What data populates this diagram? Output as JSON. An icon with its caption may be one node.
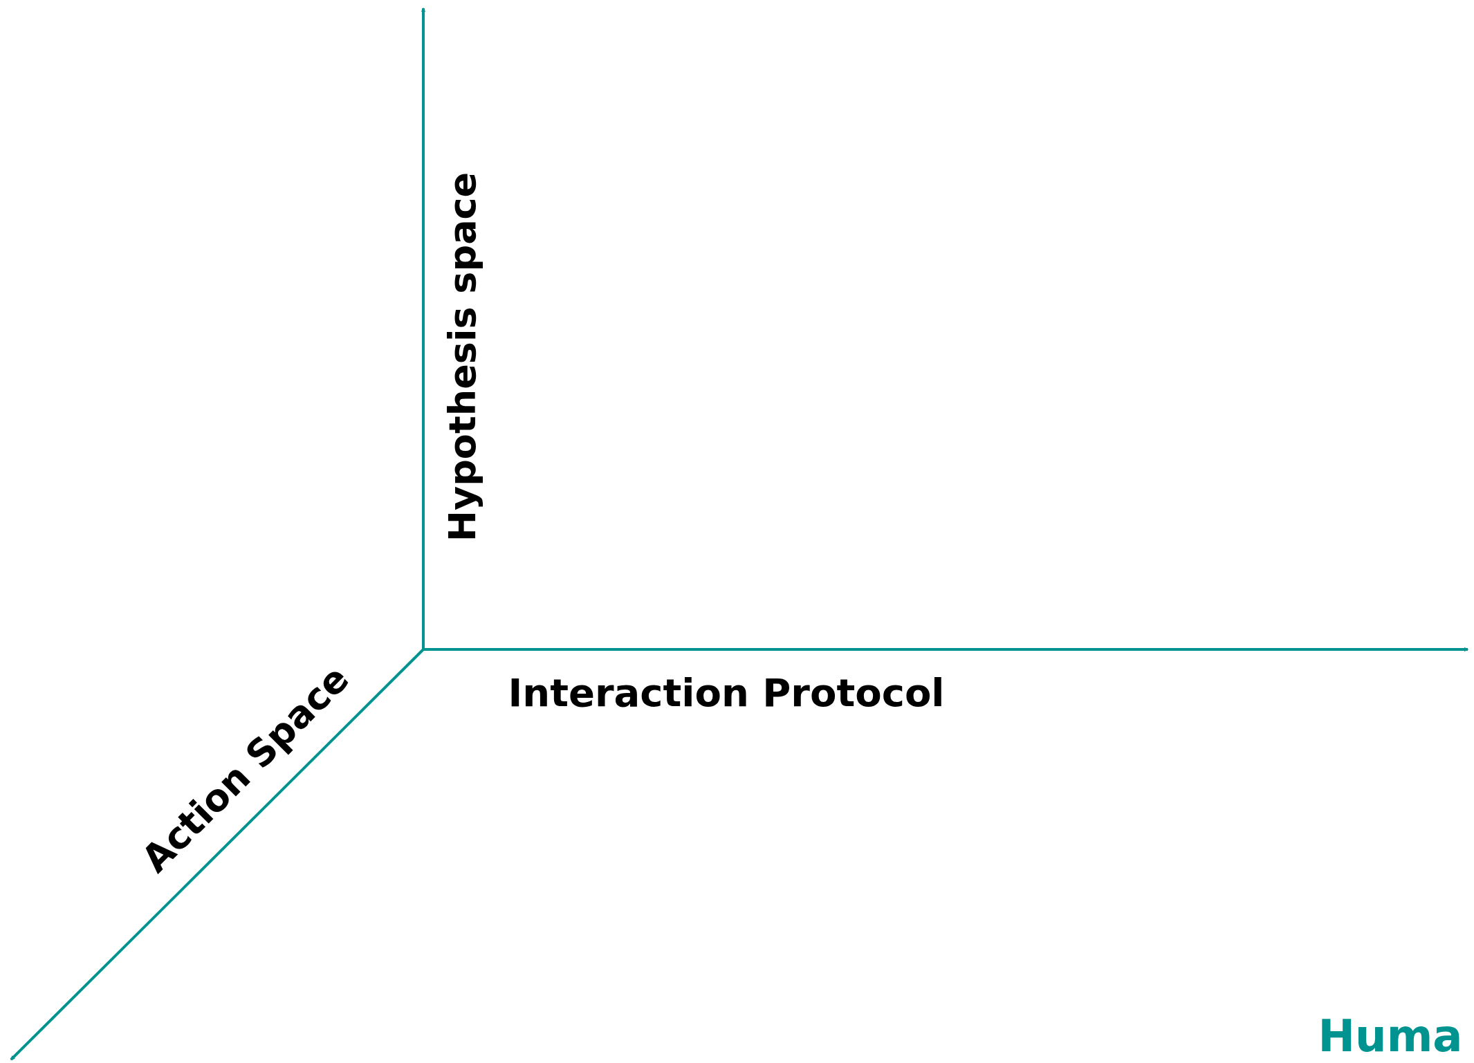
{
  "diagram": {
    "labels": [
      "Hypothesis space",
      "Interaction Protocol",
      "Action Space",
      "Huma"
    ]
  }
}
